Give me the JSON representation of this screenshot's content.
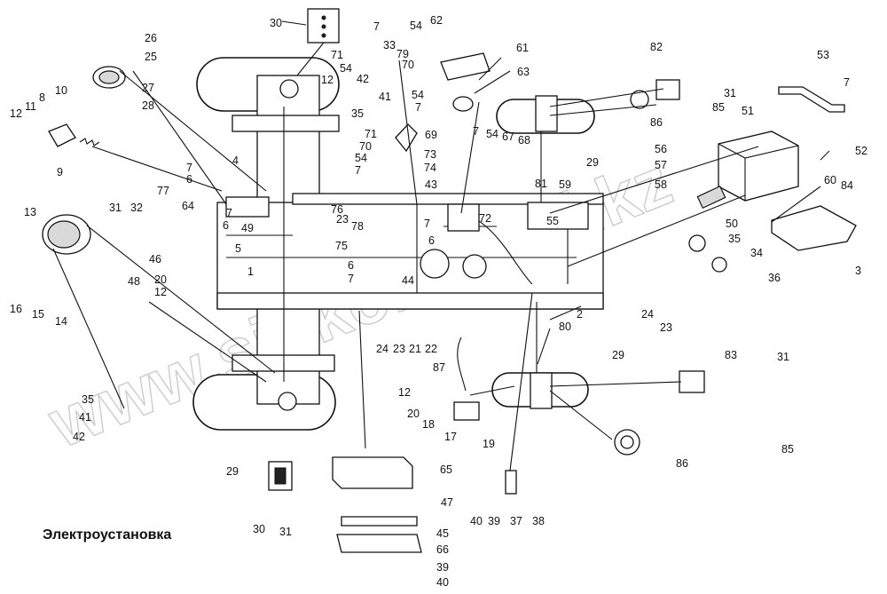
{
  "title": "Электроустановка",
  "watermark": "www.sinkom-tool.kz",
  "callouts": [
    {
      "id": "c1",
      "n": "30"
    },
    {
      "id": "c2",
      "n": "33"
    },
    {
      "id": "c3",
      "n": "79"
    },
    {
      "id": "c4",
      "n": "71"
    },
    {
      "id": "c5",
      "n": "70"
    },
    {
      "id": "c6",
      "n": "54"
    },
    {
      "id": "c7",
      "n": "42"
    },
    {
      "id": "c8",
      "n": "12"
    },
    {
      "id": "c9",
      "n": "41"
    },
    {
      "id": "c10",
      "n": "26"
    },
    {
      "id": "c11",
      "n": "25"
    },
    {
      "id": "c12",
      "n": "27"
    },
    {
      "id": "c13",
      "n": "28"
    },
    {
      "id": "c14",
      "n": "10"
    },
    {
      "id": "c15",
      "n": "8"
    },
    {
      "id": "c16",
      "n": "12"
    },
    {
      "id": "c17",
      "n": "11"
    },
    {
      "id": "c18",
      "n": "9"
    },
    {
      "id": "c19",
      "n": "7"
    },
    {
      "id": "c20",
      "n": "6"
    },
    {
      "id": "c21",
      "n": "4"
    },
    {
      "id": "c22",
      "n": "77"
    },
    {
      "id": "c23",
      "n": "13"
    },
    {
      "id": "c24",
      "n": "31"
    },
    {
      "id": "c25",
      "n": "32"
    },
    {
      "id": "c26",
      "n": "7"
    },
    {
      "id": "c27",
      "n": "6"
    },
    {
      "id": "c28",
      "n": "49"
    },
    {
      "id": "c29",
      "n": "5"
    },
    {
      "id": "c30",
      "n": "64"
    },
    {
      "id": "c31",
      "n": "46"
    },
    {
      "id": "c32",
      "n": "48"
    },
    {
      "id": "c33",
      "n": "20"
    },
    {
      "id": "c34",
      "n": "12"
    },
    {
      "id": "c35",
      "n": "1"
    },
    {
      "id": "c36",
      "n": "16"
    },
    {
      "id": "c37",
      "n": "15"
    },
    {
      "id": "c38",
      "n": "14"
    },
    {
      "id": "c39",
      "n": "7"
    },
    {
      "id": "c40",
      "n": "62"
    },
    {
      "id": "c41",
      "n": "54"
    },
    {
      "id": "c42",
      "n": "61"
    },
    {
      "id": "c43",
      "n": "63"
    },
    {
      "id": "c44",
      "n": "54"
    },
    {
      "id": "c45",
      "n": "7"
    },
    {
      "id": "c46",
      "n": "69"
    },
    {
      "id": "c47",
      "n": "35"
    },
    {
      "id": "c48",
      "n": "71"
    },
    {
      "id": "c49",
      "n": "70"
    },
    {
      "id": "c50",
      "n": "54"
    },
    {
      "id": "c51",
      "n": "7"
    },
    {
      "id": "c52",
      "n": "73"
    },
    {
      "id": "c53",
      "n": "74"
    },
    {
      "id": "c54",
      "n": "43"
    },
    {
      "id": "c55",
      "n": "76"
    },
    {
      "id": "c56",
      "n": "23"
    },
    {
      "id": "c57",
      "n": "78"
    },
    {
      "id": "c58",
      "n": "75"
    },
    {
      "id": "c59",
      "n": "7"
    },
    {
      "id": "c60",
      "n": "6"
    },
    {
      "id": "c61",
      "n": "72"
    },
    {
      "id": "c62",
      "n": "6"
    },
    {
      "id": "c63",
      "n": "7"
    },
    {
      "id": "c64",
      "n": "44"
    },
    {
      "id": "c65",
      "n": "24"
    },
    {
      "id": "c66",
      "n": "23"
    },
    {
      "id": "c67",
      "n": "21"
    },
    {
      "id": "c68",
      "n": "22"
    },
    {
      "id": "c69",
      "n": "82"
    },
    {
      "id": "c70",
      "n": "31"
    },
    {
      "id": "c71",
      "n": "85"
    },
    {
      "id": "c72",
      "n": "86"
    },
    {
      "id": "c73",
      "n": "7"
    },
    {
      "id": "c74",
      "n": "54"
    },
    {
      "id": "c75",
      "n": "67"
    },
    {
      "id": "c76",
      "n": "68"
    },
    {
      "id": "c77",
      "n": "29"
    },
    {
      "id": "c78",
      "n": "81"
    },
    {
      "id": "c79",
      "n": "59"
    },
    {
      "id": "c80",
      "n": "55"
    },
    {
      "id": "c81",
      "n": "56"
    },
    {
      "id": "c82",
      "n": "57"
    },
    {
      "id": "c83",
      "n": "58"
    },
    {
      "id": "c84",
      "n": "53"
    },
    {
      "id": "c85",
      "n": "7"
    },
    {
      "id": "c86",
      "n": "51"
    },
    {
      "id": "c87",
      "n": "52"
    },
    {
      "id": "c88",
      "n": "50"
    },
    {
      "id": "c89",
      "n": "60"
    },
    {
      "id": "c90",
      "n": "84"
    },
    {
      "id": "c91",
      "n": "35"
    },
    {
      "id": "c92",
      "n": "34"
    },
    {
      "id": "c93",
      "n": "3"
    },
    {
      "id": "c94",
      "n": "36"
    },
    {
      "id": "c95",
      "n": "24"
    },
    {
      "id": "c96",
      "n": "23"
    },
    {
      "id": "c97",
      "n": "2"
    },
    {
      "id": "c98",
      "n": "80"
    },
    {
      "id": "c99",
      "n": "29"
    },
    {
      "id": "c100",
      "n": "83"
    },
    {
      "id": "c101",
      "n": "31"
    },
    {
      "id": "c102",
      "n": "85"
    },
    {
      "id": "c103",
      "n": "86"
    },
    {
      "id": "c104",
      "n": "87"
    },
    {
      "id": "c105",
      "n": "12"
    },
    {
      "id": "c106",
      "n": "20"
    },
    {
      "id": "c107",
      "n": "18"
    },
    {
      "id": "c108",
      "n": "17"
    },
    {
      "id": "c109",
      "n": "19"
    },
    {
      "id": "c110",
      "n": "35"
    },
    {
      "id": "c111",
      "n": "41"
    },
    {
      "id": "c112",
      "n": "42"
    },
    {
      "id": "c113",
      "n": "29"
    },
    {
      "id": "c114",
      "n": "30"
    },
    {
      "id": "c115",
      "n": "31"
    },
    {
      "id": "c116",
      "n": "65"
    },
    {
      "id": "c117",
      "n": "47"
    },
    {
      "id": "c118",
      "n": "45"
    },
    {
      "id": "c119",
      "n": "66"
    },
    {
      "id": "c120",
      "n": "39"
    },
    {
      "id": "c121",
      "n": "40"
    },
    {
      "id": "c122",
      "n": "40"
    },
    {
      "id": "c123",
      "n": "39"
    },
    {
      "id": "c124",
      "n": "37"
    },
    {
      "id": "c125",
      "n": "38"
    }
  ]
}
